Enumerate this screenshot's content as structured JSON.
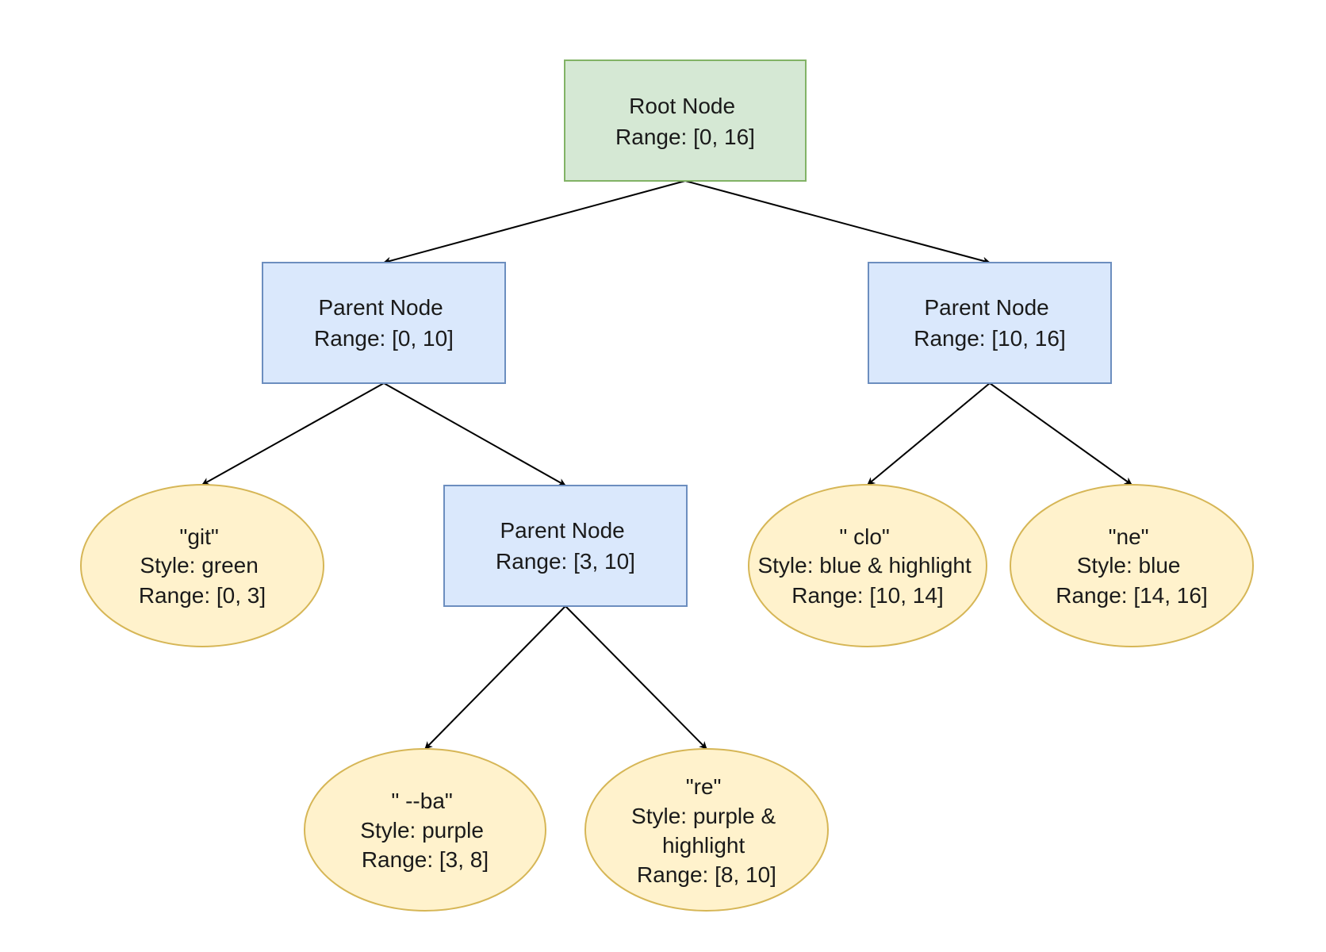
{
  "colors": {
    "root_fill": "#d5e8d4",
    "root_stroke": "#82b366",
    "parent_fill": "#dae8fc",
    "parent_stroke": "#6c8ebf",
    "leaf_fill": "#fff2cc",
    "leaf_stroke": "#d6b656",
    "edge": "#000000"
  },
  "nodes": {
    "root": {
      "lines": [
        "Root Node",
        "Range: [0, 16]"
      ]
    },
    "parent_left": {
      "lines": [
        "Parent Node",
        "Range: [0, 10]"
      ]
    },
    "parent_right": {
      "lines": [
        "Parent Node",
        "Range: [10, 16]"
      ]
    },
    "parent_mid": {
      "lines": [
        "Parent Node",
        "Range: [3, 10]"
      ]
    },
    "leaf_git": {
      "lines": [
        "\"git\"",
        "Style: green",
        "Range: [0, 3]"
      ]
    },
    "leaf_clo": {
      "lines": [
        "\" clo\"",
        "Style: blue & highlight",
        "Range: [10, 14]"
      ]
    },
    "leaf_ne": {
      "lines": [
        "\"ne\"",
        "Style: blue",
        "Range: [14, 16]"
      ]
    },
    "leaf_ba": {
      "lines": [
        "\" --ba\"",
        "Style: purple",
        "Range: [3, 8]"
      ]
    },
    "leaf_re": {
      "lines": [
        "\"re\"",
        "Style: purple &",
        "highlight",
        "Range: [8, 10]"
      ]
    }
  },
  "edges": [
    {
      "from": "root",
      "to": "parent_left"
    },
    {
      "from": "root",
      "to": "parent_right"
    },
    {
      "from": "parent_left",
      "to": "leaf_git"
    },
    {
      "from": "parent_left",
      "to": "parent_mid"
    },
    {
      "from": "parent_right",
      "to": "leaf_clo"
    },
    {
      "from": "parent_right",
      "to": "leaf_ne"
    },
    {
      "from": "parent_mid",
      "to": "leaf_ba"
    },
    {
      "from": "parent_mid",
      "to": "leaf_re"
    }
  ]
}
